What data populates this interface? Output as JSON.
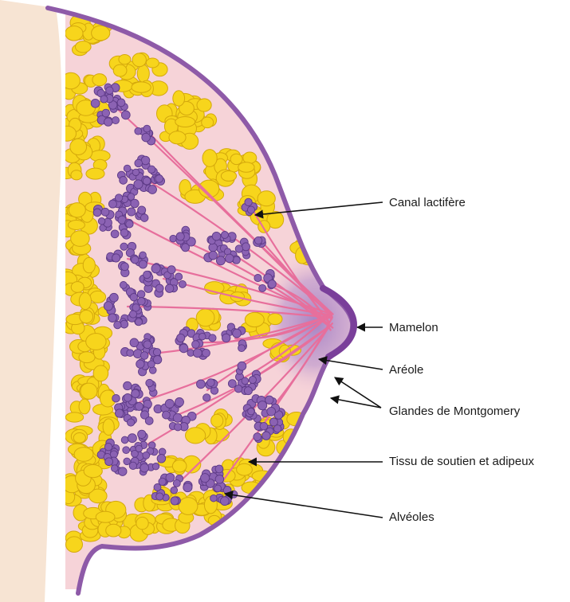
{
  "labels": {
    "lactiferous_duct": "Canal lactifère",
    "nipple": "Mamelon",
    "areola": "Aréole",
    "montgomery_glands": "Glandes de Montgomery",
    "support_tissue": "Tissu de soutien et adipeux",
    "alveoli": "Alvéoles"
  },
  "colors": {
    "skin_outline": "#8e5aa8",
    "tissue_fill": "#f6d3d8",
    "fat": "#f7d51c",
    "fat_edge": "#d4a80c",
    "alveoli": "#8b62b3",
    "alveoli_edge": "#5d3a86",
    "ducts": "#e76f9c",
    "areola": "#b78dc9",
    "body_skin": "#f7e4d3",
    "arrow": "#111111"
  }
}
